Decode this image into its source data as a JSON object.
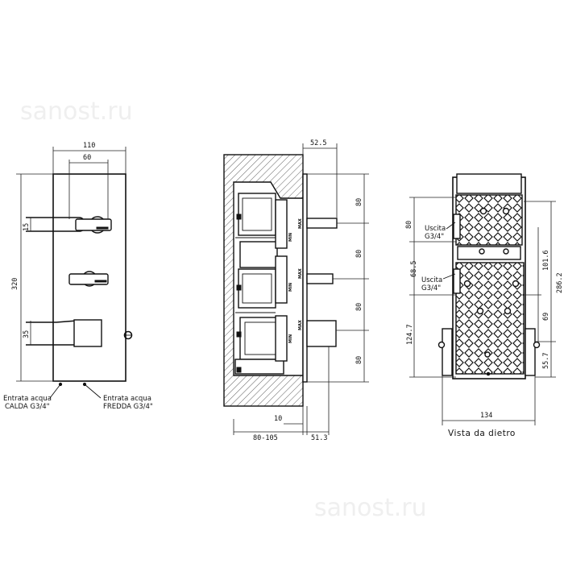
{
  "watermark": {
    "text": "sanost.ru"
  },
  "front_view": {
    "dimensions": {
      "width_total": "110",
      "handle_spacing": "60",
      "height_total": "320",
      "handle_offset": "15",
      "lower_offset": "35"
    },
    "inlets": {
      "hot": {
        "line1": "Entrata acqua",
        "line2": "CALDA G3/4\""
      },
      "cold": {
        "line1": "Entrata acqua",
        "line2": "FREDDA G3/4\""
      }
    }
  },
  "side_view": {
    "dimensions": {
      "top_depth": "52.5",
      "segment_1": "80",
      "segment_2": "80",
      "segment_3": "80",
      "segment_4": "80",
      "wall_gap": "10",
      "recess_depth": "80-105",
      "projection": "51.3"
    },
    "knob_labels": [
      "MIN",
      "MAX"
    ]
  },
  "rear_view": {
    "dimensions": {
      "outlet1_height": "80",
      "outlet2_height": "68.5",
      "lower_offset": "124.7",
      "mid_span": "101.6",
      "full_height": "286.2",
      "right_offset": "69",
      "bottom_offset": "55.7",
      "width": "134"
    },
    "outlets": {
      "first": {
        "line1": "Uscita",
        "line2": "G3/4\""
      },
      "second": {
        "line1": "Uscita",
        "line2": "G3/4\""
      }
    },
    "caption": "Vista da dietro"
  }
}
